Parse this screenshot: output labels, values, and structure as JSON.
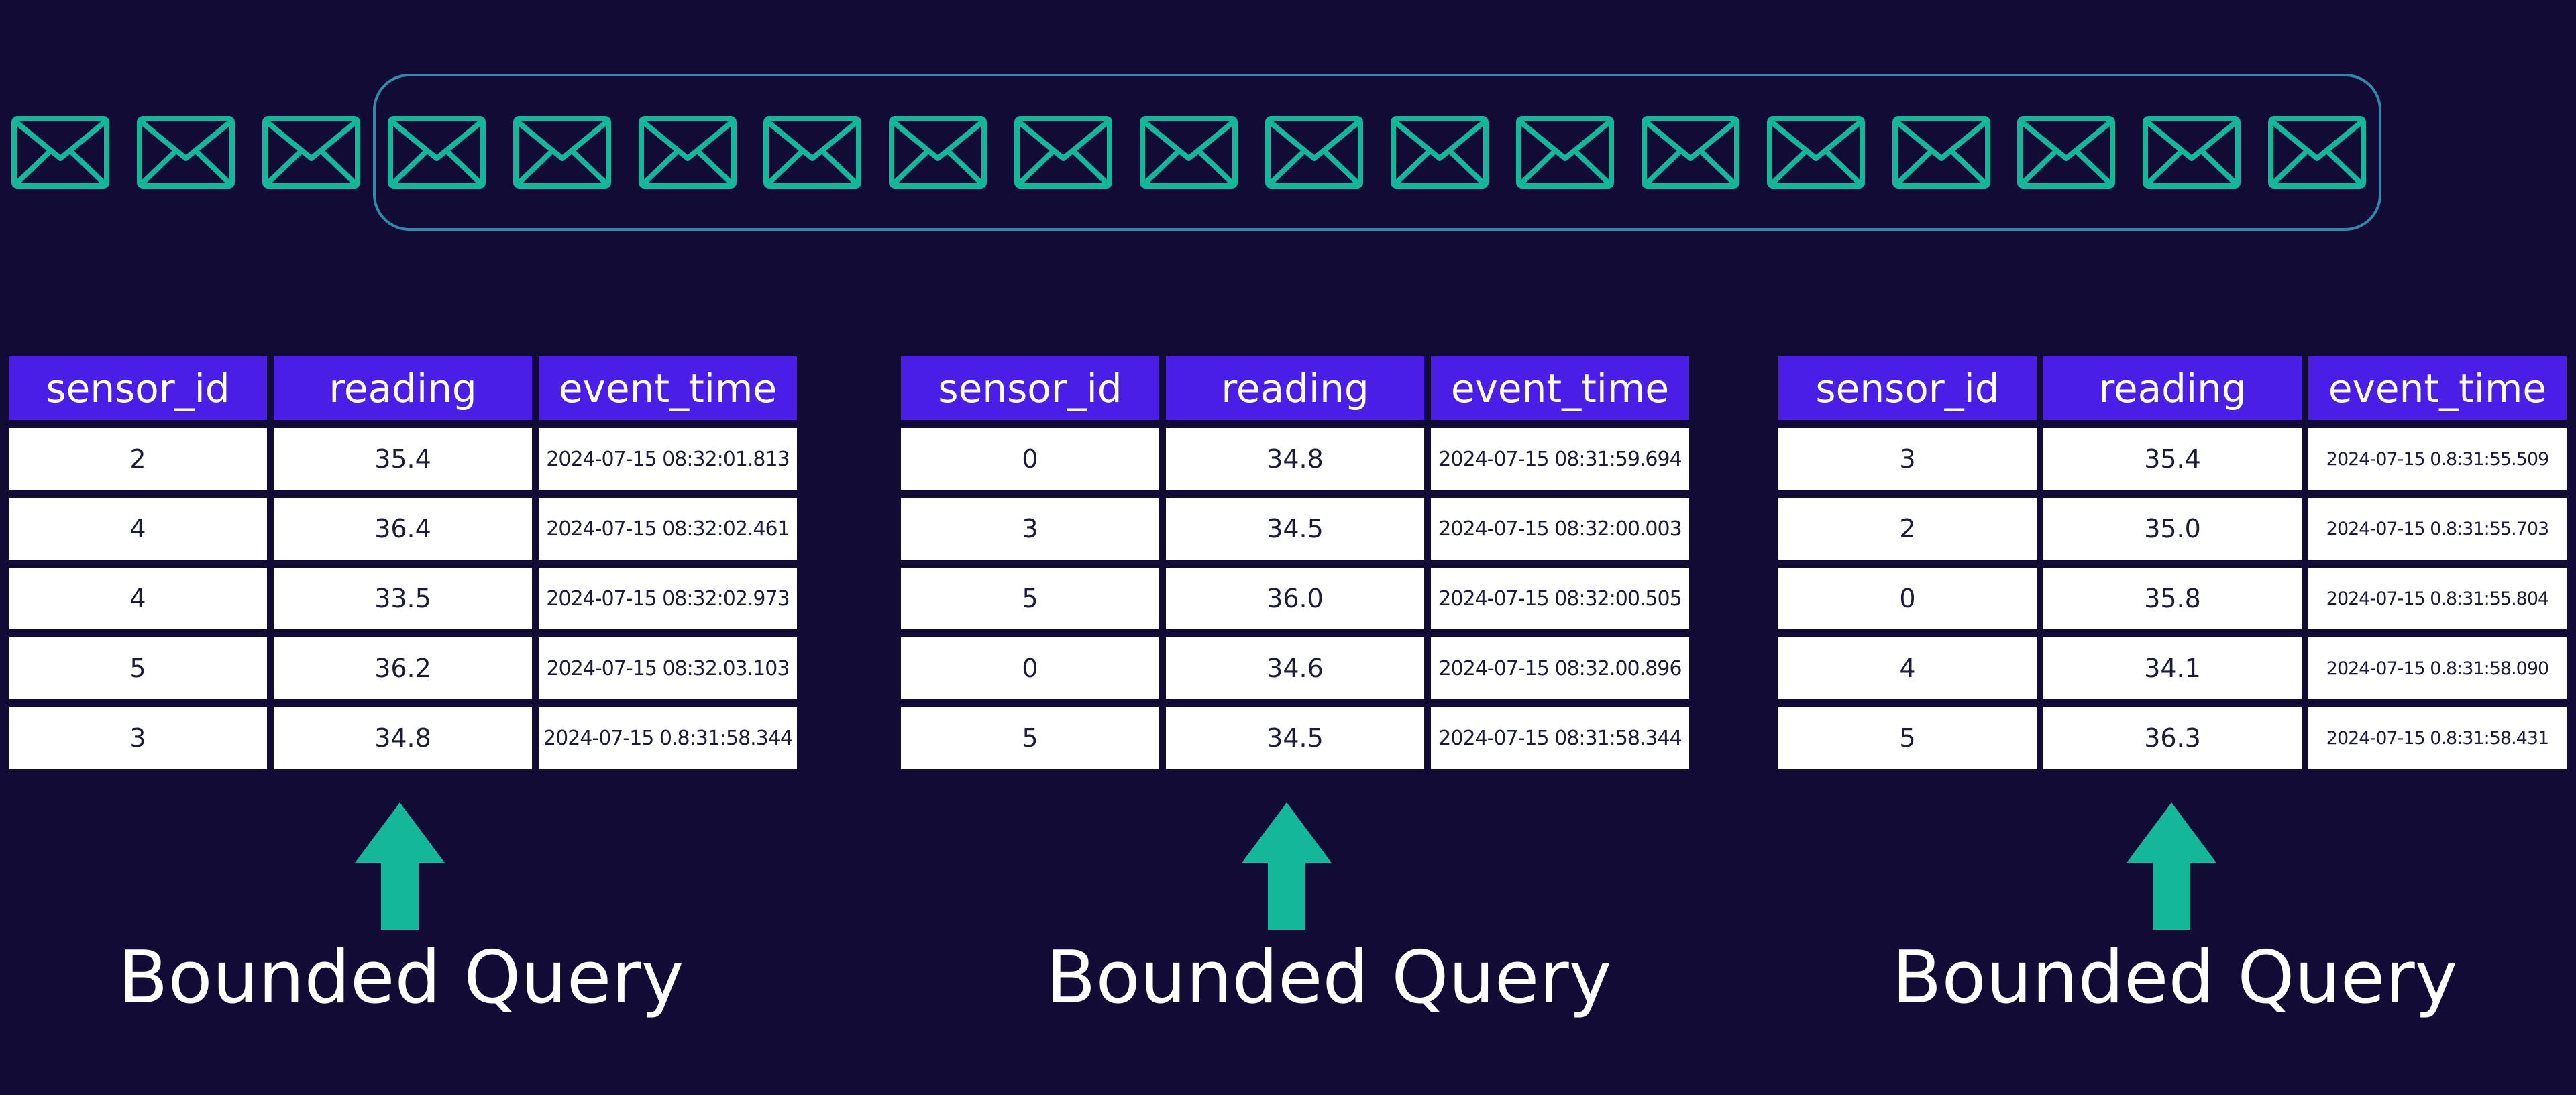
{
  "colors": {
    "background": "#110b36",
    "envelope": "#14b79a",
    "header": "#4a1ee6",
    "stream_border": "#2e8aa6",
    "arrow": "#14b79a"
  },
  "envelope_icon": "envelope-icon",
  "envelope_count": 19,
  "tables": [
    {
      "headers": [
        "sensor_id",
        "reading",
        "event_time"
      ],
      "rows": [
        [
          "2",
          "35.4",
          "2024-07-15 08:32:01.813"
        ],
        [
          "4",
          "36.4",
          "2024-07-15 08:32:02.461"
        ],
        [
          "4",
          "33.5",
          "2024-07-15 08:32:02.973"
        ],
        [
          "5",
          "36.2",
          "2024-07-15 08:32.03.103"
        ],
        [
          "3",
          "34.8",
          "2024-07-15 0.8:31:58.344"
        ]
      ],
      "label": "Bounded Query"
    },
    {
      "headers": [
        "sensor_id",
        "reading",
        "event_time"
      ],
      "rows": [
        [
          "0",
          "34.8",
          "2024-07-15 08:31:59.694"
        ],
        [
          "3",
          "34.5",
          "2024-07-15 08:32:00.003"
        ],
        [
          "5",
          "36.0",
          "2024-07-15 08:32:00.505"
        ],
        [
          "0",
          "34.6",
          "2024-07-15 08:32.00.896"
        ],
        [
          "5",
          "34.5",
          "2024-07-15 08:31:58.344"
        ]
      ],
      "label": "Bounded Query"
    },
    {
      "headers": [
        "sensor_id",
        "reading",
        "event_time"
      ],
      "rows": [
        [
          "3",
          "35.4",
          "2024-07-15 0.8:31:55.509"
        ],
        [
          "2",
          "35.0",
          "2024-07-15 0.8:31:55.703"
        ],
        [
          "0",
          "35.8",
          "2024-07-15 0.8:31:55.804"
        ],
        [
          "4",
          "34.1",
          "2024-07-15 0.8:31:58.090"
        ],
        [
          "5",
          "36.3",
          "2024-07-15 0.8:31:58.431"
        ]
      ],
      "label": "Bounded Query"
    }
  ]
}
